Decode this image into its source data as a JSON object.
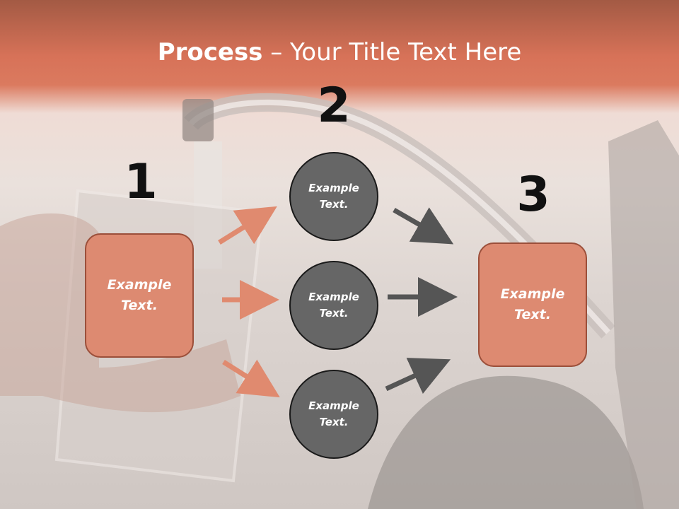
{
  "title": {
    "bold": "Process",
    "rest": " – Your Title Text Here"
  },
  "steps": [
    {
      "number": "1",
      "label": "Example\nText."
    },
    {
      "number": "2",
      "labels": [
        "Example\nText.",
        "Example\nText.",
        "Example\nText."
      ]
    },
    {
      "number": "3",
      "label": "Example\nText."
    }
  ],
  "colors": {
    "header": "#d77258",
    "box": "#dd8a71",
    "circle": "#666666",
    "arrow_left": "#e08a6f",
    "arrow_right": "#555555"
  },
  "background": "photo of a hand filling a glass from a kitchen faucet"
}
